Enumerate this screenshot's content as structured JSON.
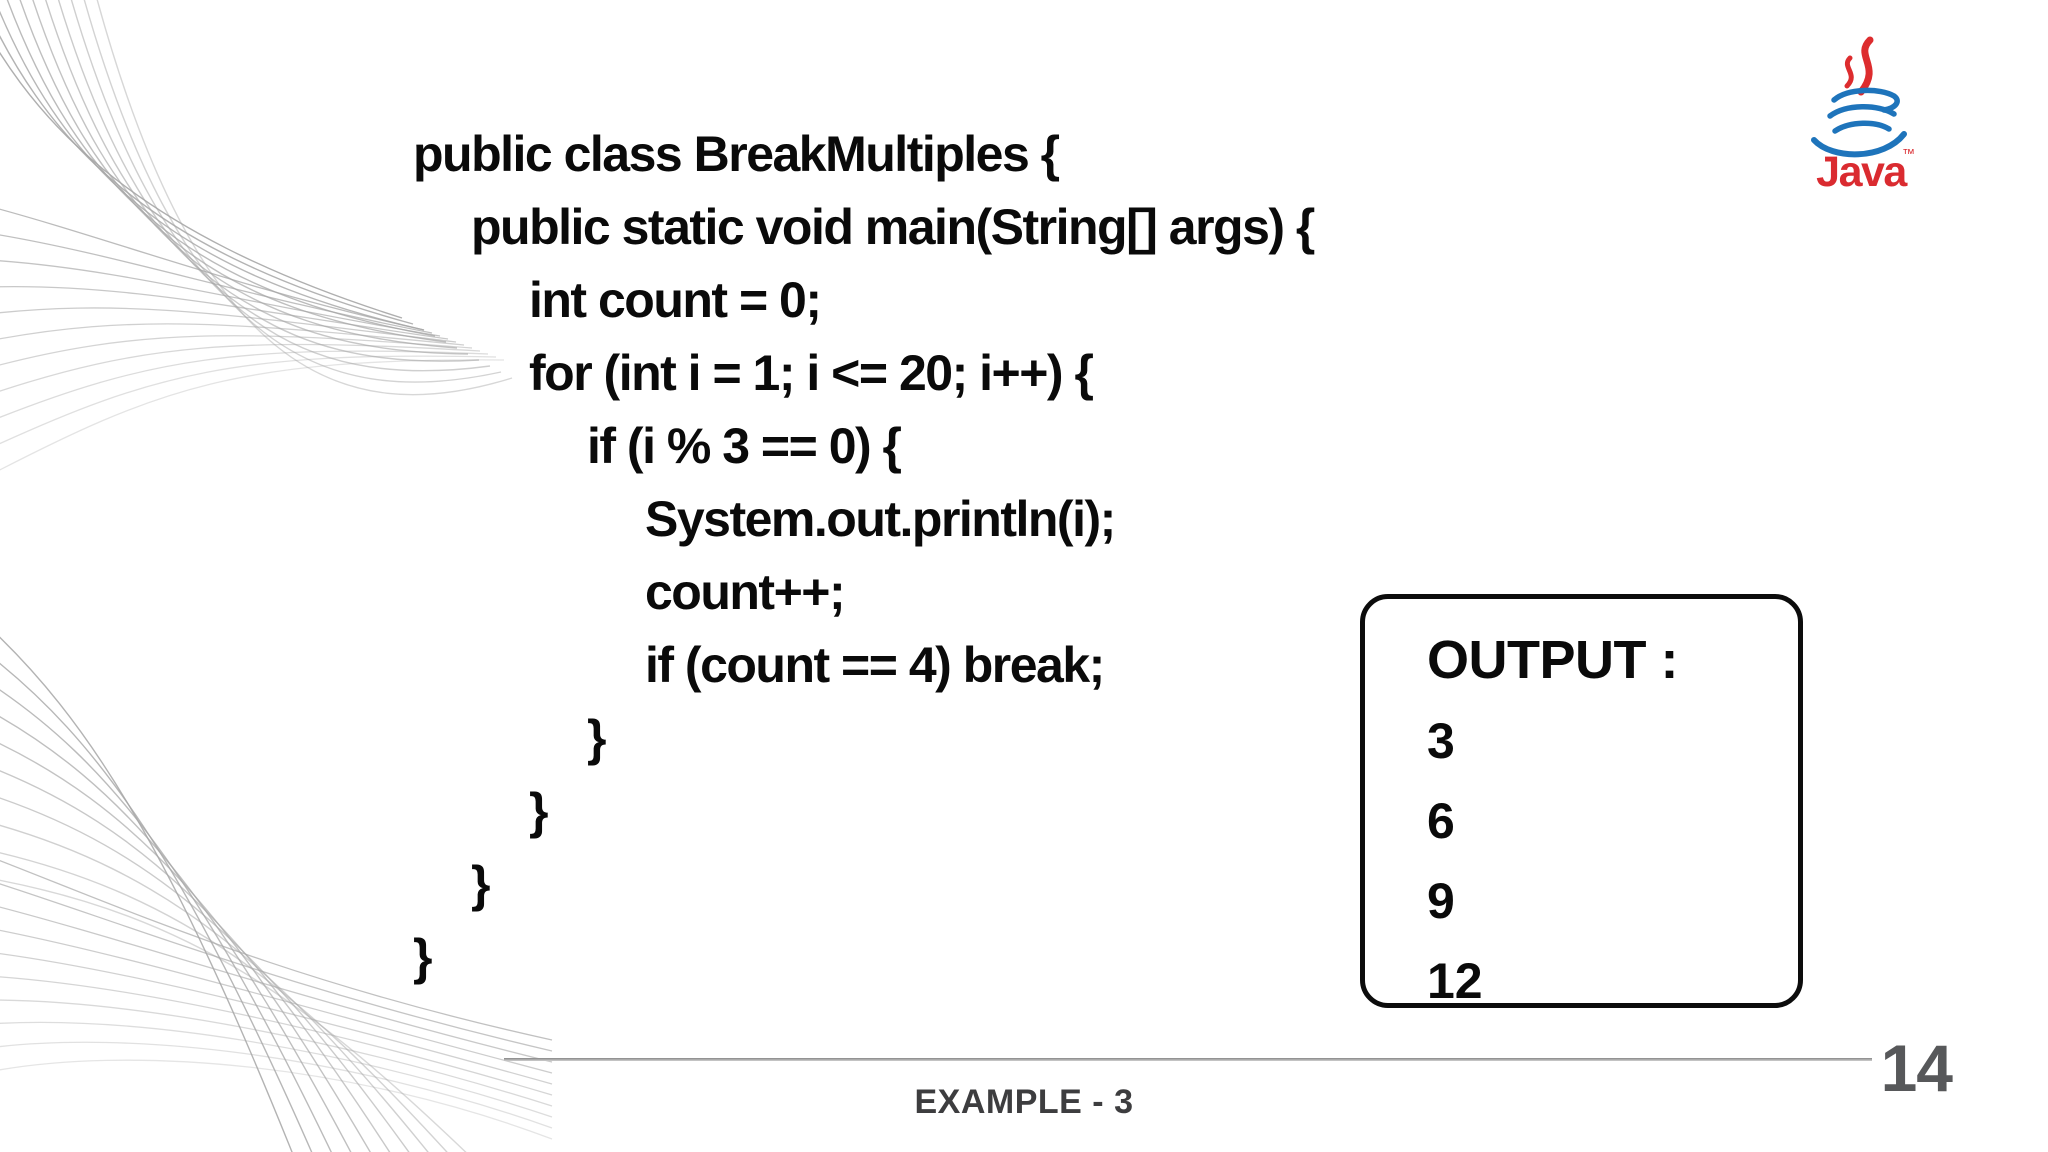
{
  "slide": {
    "footer_label": "EXAMPLE - 3",
    "page_number": "14"
  },
  "java_logo": {
    "label": "Java",
    "trademark": "™",
    "steam_color": "#dd2c2e",
    "cup_color": "#1e74bb",
    "text_color": "#da2b30"
  },
  "code": {
    "text_color": "#0a0a0a",
    "lines": [
      {
        "indent": 0,
        "text": "public class BreakMultiples {"
      },
      {
        "indent": 1,
        "text": "public static void main(String[] args) {"
      },
      {
        "indent": 2,
        "text": "int count = 0;"
      },
      {
        "indent": 2,
        "text": "for (int i = 1; i <= 20; i++) {"
      },
      {
        "indent": 3,
        "text": "if (i % 3 == 0) {"
      },
      {
        "indent": 4,
        "text": "System.out.println(i);"
      },
      {
        "indent": 4,
        "text": "count++;"
      },
      {
        "indent": 4,
        "text": "if (count == 4) break;"
      },
      {
        "indent": 3,
        "text": "}"
      },
      {
        "indent": 2,
        "text": "}"
      },
      {
        "indent": 1,
        "text": "}"
      },
      {
        "indent": 0,
        "text": "}"
      }
    ]
  },
  "output_box": {
    "title": "OUTPUT :",
    "values": [
      "3",
      "6",
      "9",
      "12"
    ],
    "border_color": "#0c0c0c"
  },
  "decorations": {
    "wave_color": "#a6a6a6"
  },
  "colors": {
    "background": "#ffffff",
    "footer_text": "#3d3d3f",
    "page_number": "#57585a",
    "divider": "#8a8a8a"
  }
}
